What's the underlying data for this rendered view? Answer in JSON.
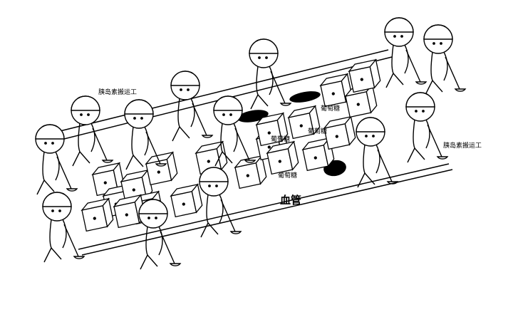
{
  "labels": {
    "insulin_worker_left": "胰岛素搬运工",
    "insulin_worker_right": "胰岛素搬运工",
    "glucose": [
      "葡萄糖",
      "葡萄糖",
      "葡萄糖",
      "葡萄糖"
    ],
    "vessel": "血管"
  },
  "colors": {
    "line": "#000000",
    "background": "#ffffff"
  }
}
